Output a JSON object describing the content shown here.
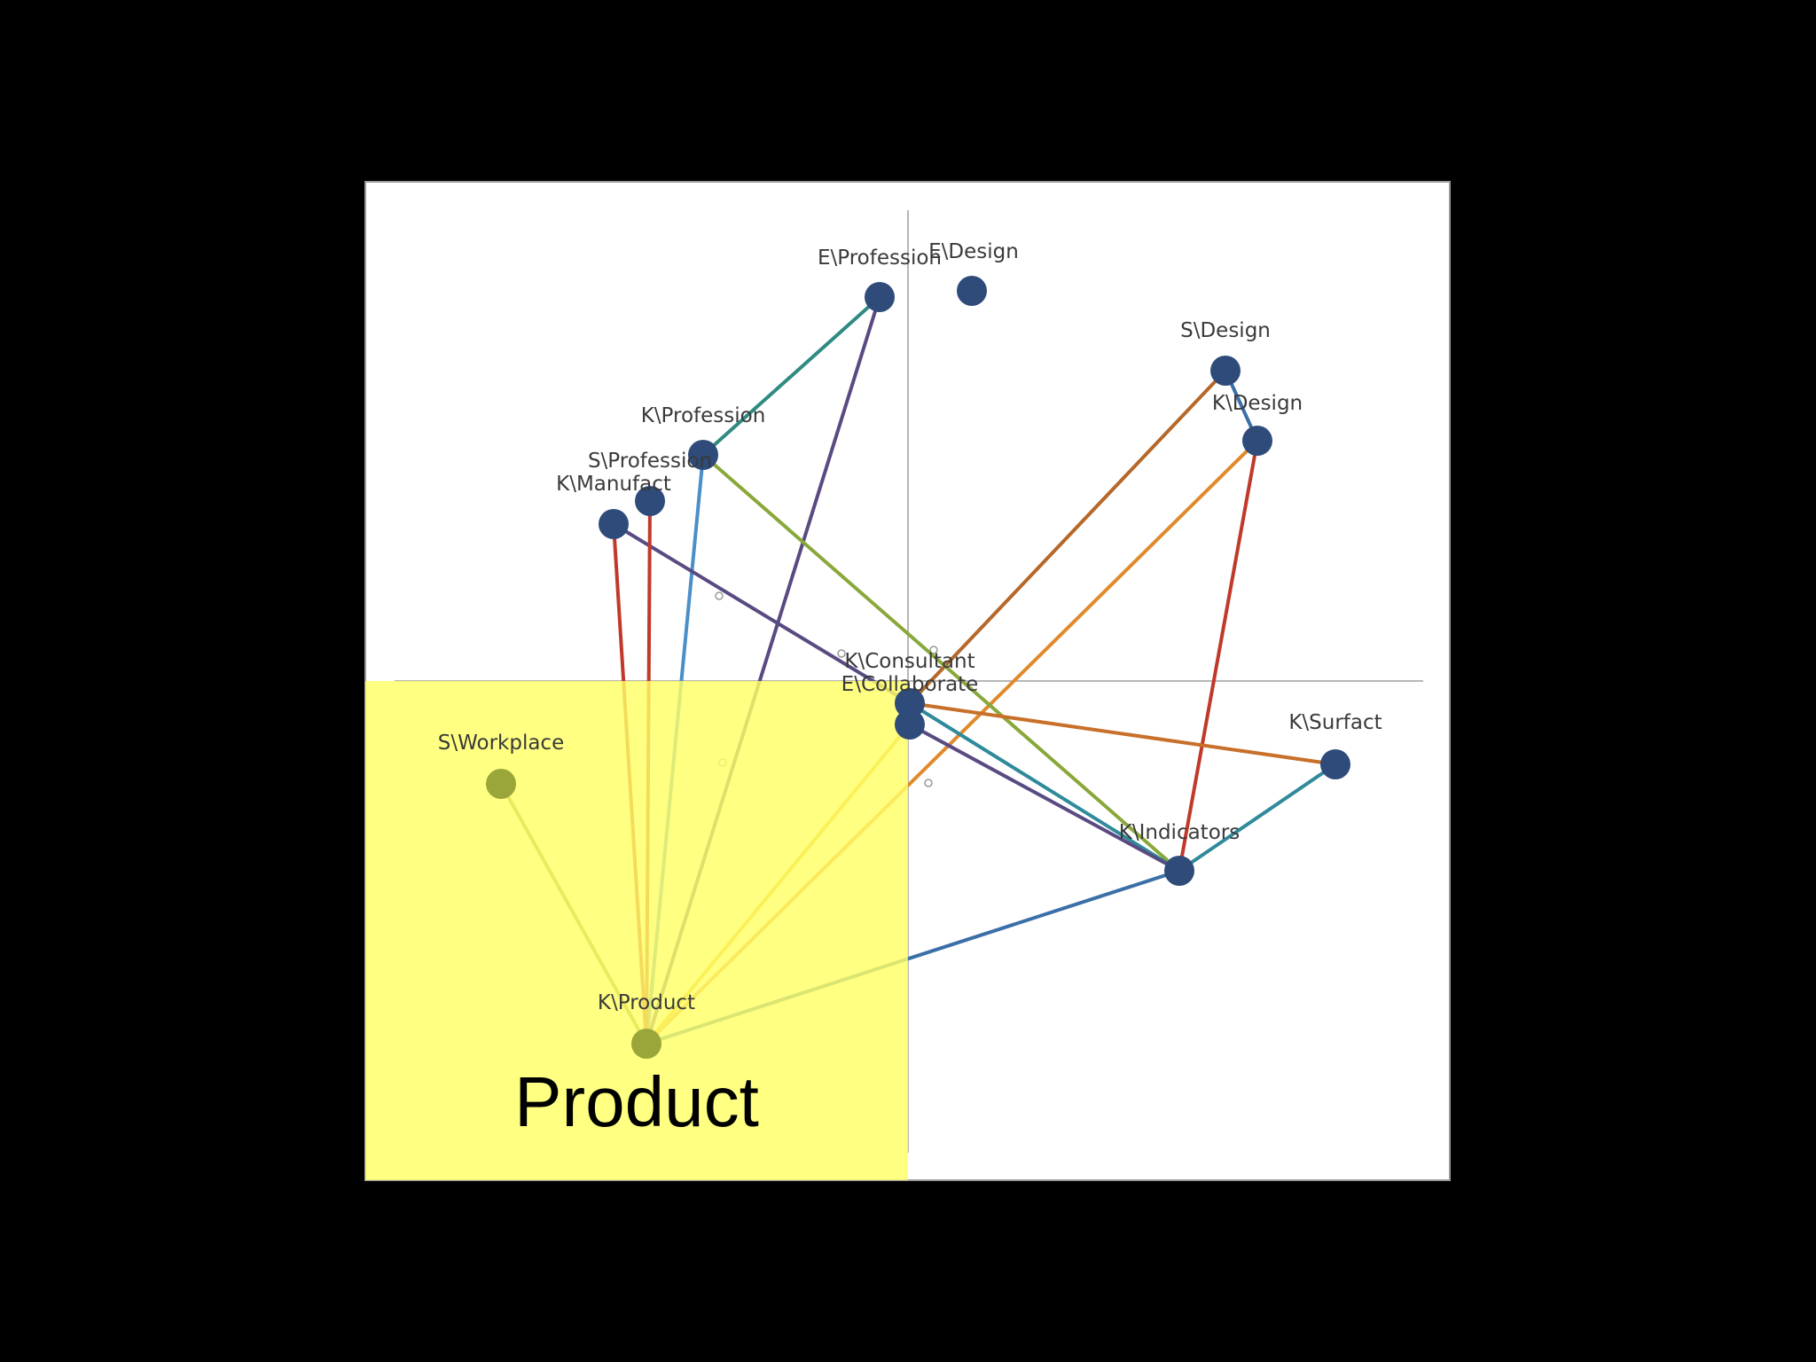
{
  "quadrant_label": "Product",
  "colors": {
    "background": "#000000",
    "panel": "#ffffff",
    "highlight": "#ffff66",
    "node": "#2e4b7a",
    "axis": "#a0a0a0"
  },
  "nodes": [
    {
      "id": "e-profession",
      "label": "E\\Profession"
    },
    {
      "id": "e-design",
      "label": "E\\Design"
    },
    {
      "id": "s-design",
      "label": "S\\Design"
    },
    {
      "id": "k-design",
      "label": "K\\Design"
    },
    {
      "id": "k-profession",
      "label": "K\\Profession"
    },
    {
      "id": "s-profession",
      "label": "S\\Profession"
    },
    {
      "id": "k-manufact",
      "label": "K\\Manufact"
    },
    {
      "id": "k-consultant",
      "label": "K\\Consultant"
    },
    {
      "id": "e-collaborate",
      "label": "E\\Collaborate"
    },
    {
      "id": "s-workplace",
      "label": "S\\Workplace"
    },
    {
      "id": "k-surfact",
      "label": "K\\Surfact"
    },
    {
      "id": "k-indicators",
      "label": "K\\Indicators"
    },
    {
      "id": "k-product",
      "label": "K\\Product"
    }
  ],
  "edges": [
    {
      "from": "e-profession",
      "to": "k-profession",
      "color": "#2f8a82"
    },
    {
      "from": "e-profession",
      "to": "k-product",
      "color": "#5a4a82"
    },
    {
      "from": "s-design",
      "to": "k-design",
      "color": "#3b6fa8"
    },
    {
      "from": "s-design",
      "to": "k-consultant",
      "color": "#b5682a"
    },
    {
      "from": "k-design",
      "to": "k-product",
      "color": "#e08a2c"
    },
    {
      "from": "k-design",
      "to": "k-indicators",
      "color": "#c0392b"
    },
    {
      "from": "k-profession",
      "to": "k-indicators",
      "color": "#8aa83a"
    },
    {
      "from": "k-profession",
      "to": "k-product",
      "color": "#4a8fc8"
    },
    {
      "from": "k-manufact",
      "to": "k-consultant",
      "color": "#5a4a82"
    },
    {
      "from": "k-manufact",
      "to": "k-product",
      "color": "#c0392b"
    },
    {
      "from": "s-profession",
      "to": "k-product",
      "color": "#c0392b"
    },
    {
      "from": "k-consultant",
      "to": "k-surfact",
      "color": "#c8702a"
    },
    {
      "from": "k-consultant",
      "to": "k-indicators",
      "color": "#2f8a9a"
    },
    {
      "from": "e-collaborate",
      "to": "k-indicators",
      "color": "#5a4a82"
    },
    {
      "from": "e-collaborate",
      "to": "k-product",
      "color": "#e0b020"
    },
    {
      "from": "k-surfact",
      "to": "k-indicators",
      "color": "#2f8a9a"
    },
    {
      "from": "k-indicators",
      "to": "k-product",
      "color": "#3b6fa8"
    },
    {
      "from": "s-workplace",
      "to": "k-product",
      "color": "#8a8a3a"
    }
  ]
}
